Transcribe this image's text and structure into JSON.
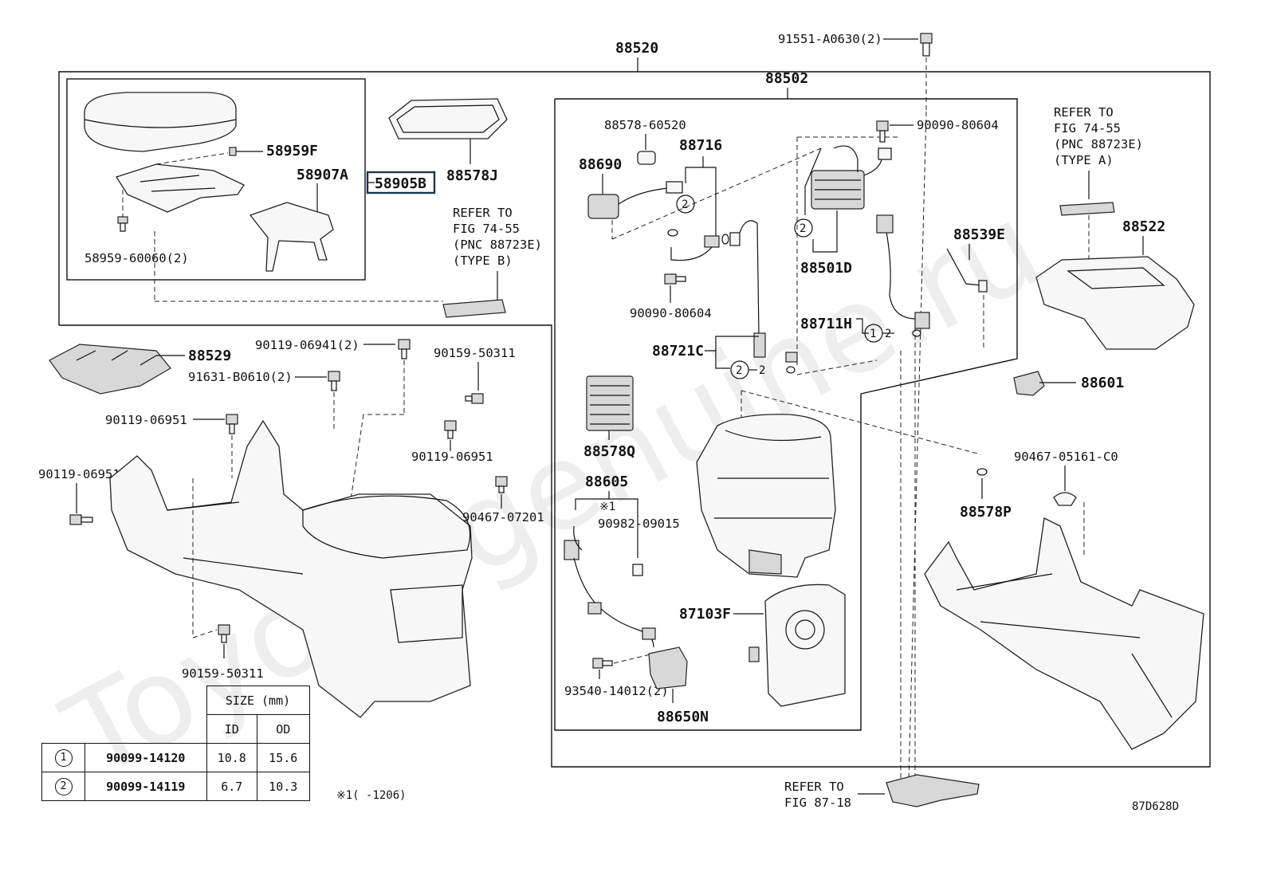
{
  "watermark": "Toyota-genuine.ru",
  "figure_code": "87D628D",
  "highlighted_part": "58905B",
  "labels": {
    "p88520": "88520",
    "p88502": "88502",
    "p91551": "91551-A0630(2)",
    "p58959F": "58959F",
    "p58907A": "58907A",
    "p58959_60060": "58959-60060(2)",
    "p88578J": "88578J",
    "p88578_60520": "88578-60520",
    "p88716": "88716",
    "p88690": "88690",
    "p90090_80604_top": "90090-80604",
    "p88501D": "88501D",
    "p88539E": "88539E",
    "p90090_80604_mid": "90090-80604",
    "p88711H": "88711H",
    "p88721C": "88721C",
    "p88522": "88522",
    "p88601": "88601",
    "p88529": "88529",
    "p90119_06941": "90119-06941(2)",
    "p90159_50311_top": "90159-50311",
    "p91631": "91631-B0610(2)",
    "p90119_06951_a": "90119-06951",
    "p90119_06951_b": "90119-06951",
    "p90119_06951_c": "90119-06951",
    "p90467_07201": "90467-07201",
    "p90159_50311_bot": "90159-50311",
    "p88578Q": "88578Q",
    "p88605": "88605",
    "note_mark": "※1",
    "p90982": "90982-09015",
    "p87103F": "87103F",
    "p93540": "93540-14012(2)",
    "p88650N": "88650N",
    "p88578P": "88578P",
    "p90467_05161": "90467-05161-C0",
    "refer_b": [
      "REFER TO",
      "FIG 74-55",
      "(PNC 88723E)",
      "(TYPE B)"
    ],
    "refer_a": [
      "REFER TO",
      "FIG 74-55",
      "(PNC 88723E)",
      "(TYPE A)"
    ],
    "refer_87": [
      "REFER TO",
      "FIG 87-18"
    ],
    "footnote": "※1(    -1206)",
    "circle_1": "1",
    "circle_2": "2",
    "dash_2": "2"
  },
  "size_table": {
    "header": "SIZE (mm)",
    "col_id": "ID",
    "col_od": "OD",
    "rows": [
      {
        "mark": "1",
        "part": "90099-14120",
        "id": "10.8",
        "od": "15.6"
      },
      {
        "mark": "2",
        "part": "90099-14119",
        "id": "6.7",
        "od": "10.3"
      }
    ]
  }
}
